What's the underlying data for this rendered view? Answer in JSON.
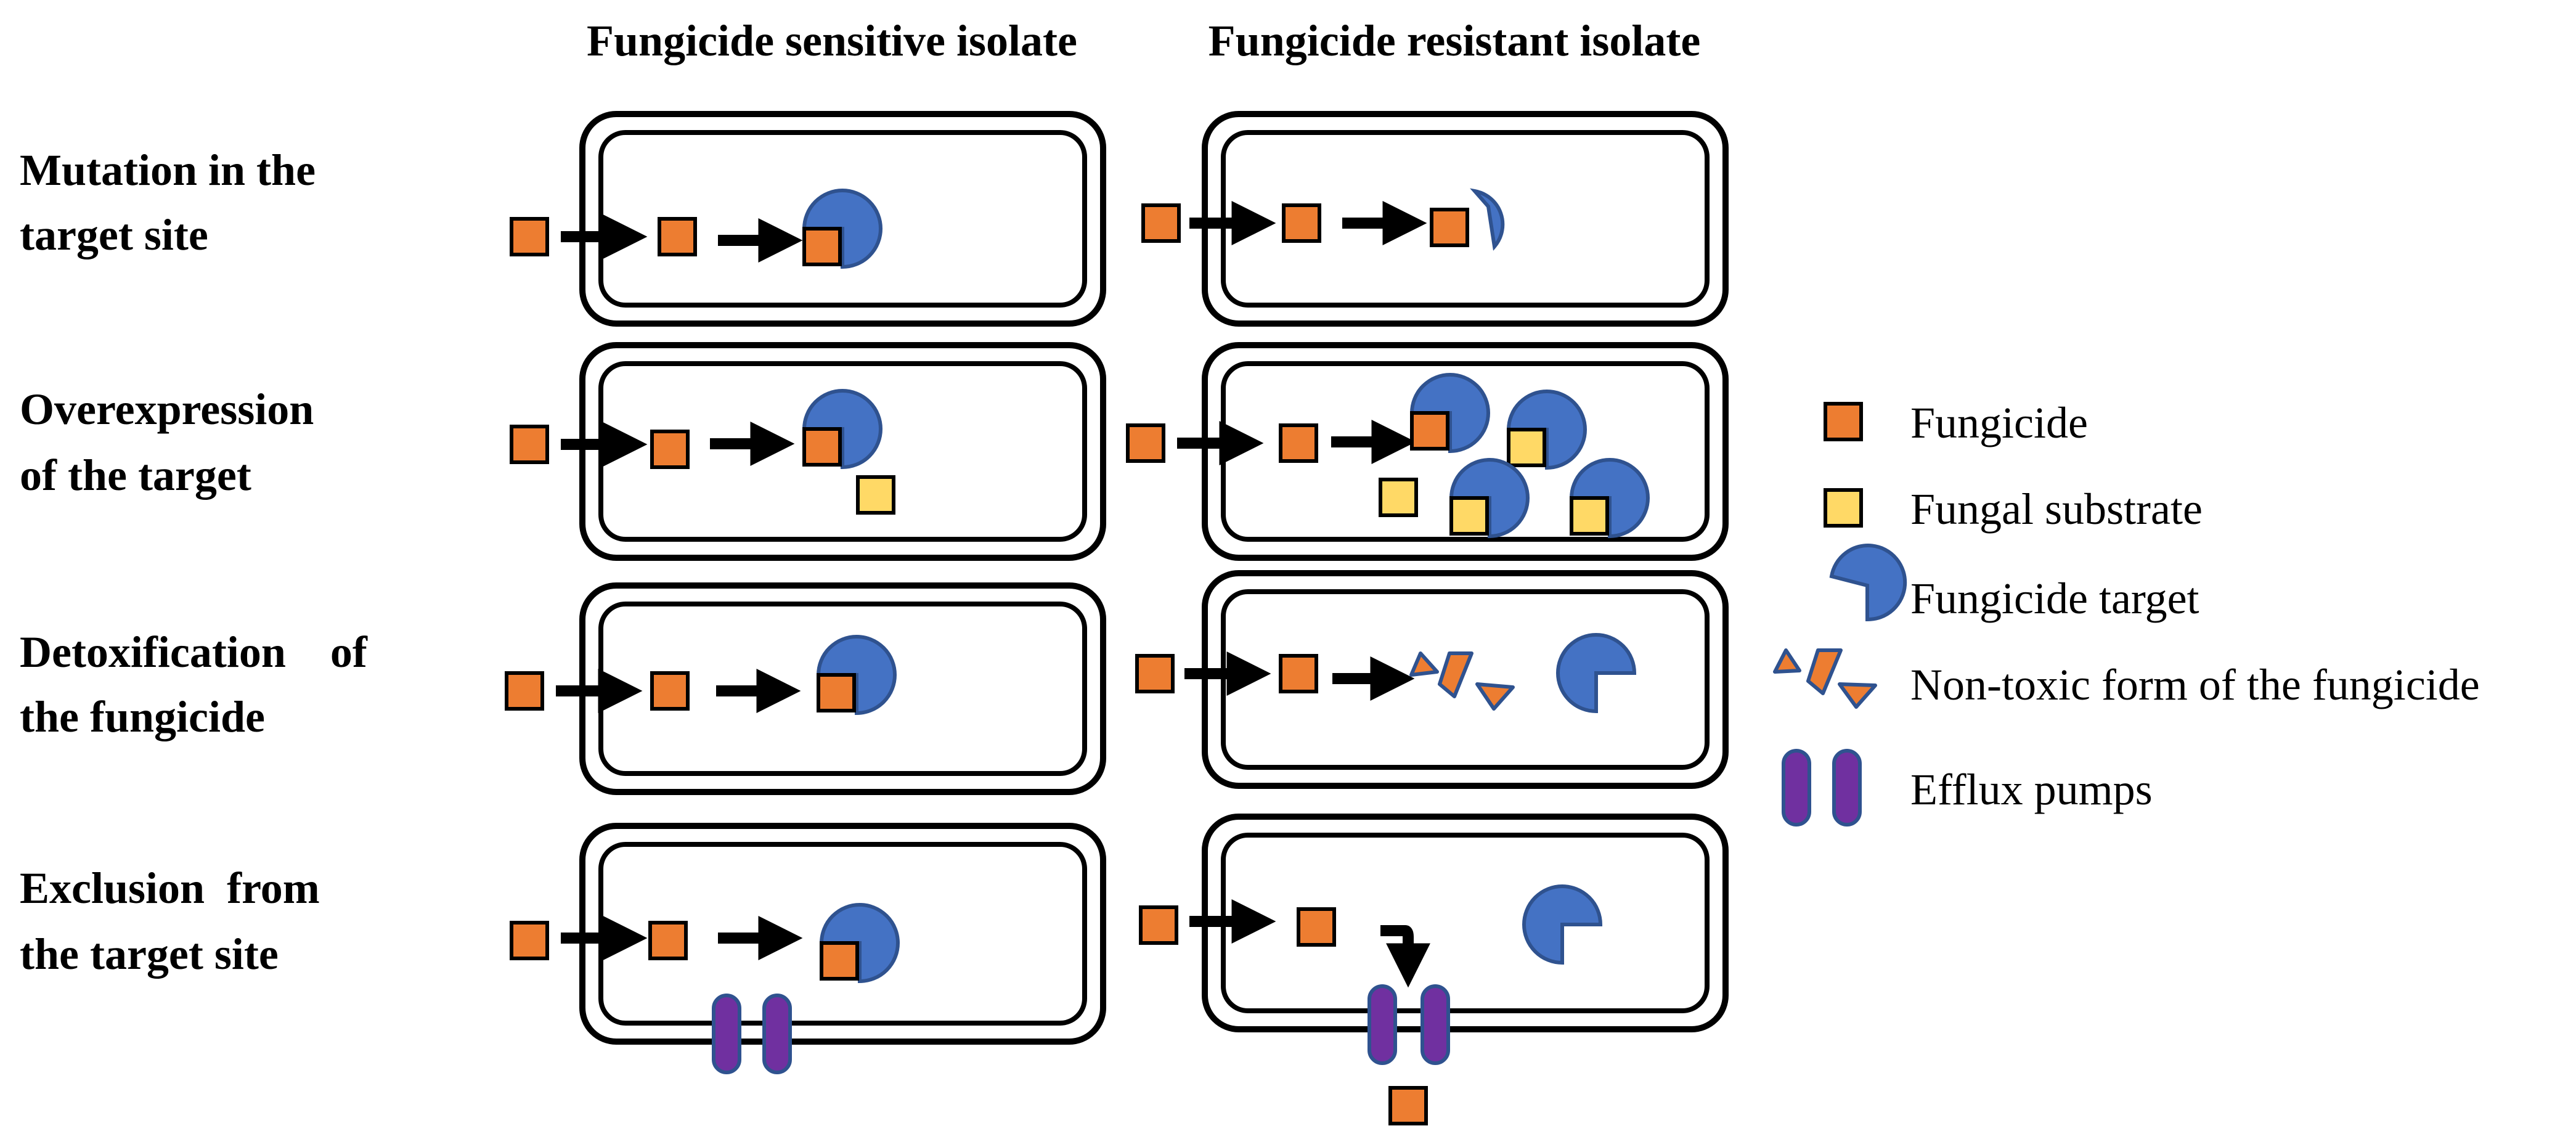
{
  "headers": {
    "sensitive": "Fungicide sensitive isolate",
    "resistant": "Fungicide resistant isolate"
  },
  "rows": [
    {
      "line1": "Mutation in the",
      "line2": "target site"
    },
    {
      "line1": "Overexpression",
      "line2": "of the target"
    },
    {
      "line1": "Detoxification    of",
      "line2": "the fungicide"
    },
    {
      "line1": "Exclusion  from",
      "line2": "the target site"
    }
  ],
  "legend": [
    {
      "icon": "fungicide-square-icon",
      "label": "Fungicide"
    },
    {
      "icon": "fungal-substrate-square-icon",
      "label": "Fungal substrate"
    },
    {
      "icon": "fungicide-target-pacman-icon",
      "label": "Fungicide target"
    },
    {
      "icon": "non-toxic-fragments-icon",
      "label": "Non-toxic form of the fungicide"
    },
    {
      "icon": "efflux-pump-icon",
      "label": "Efflux pumps"
    }
  ],
  "colors": {
    "fungicide": "#ED7D31",
    "substrate": "#FFD966",
    "target": "#4472C4",
    "target_stroke": "#2F528F",
    "pump": "#7030A0",
    "pump_stroke": "#2F528F",
    "outline": "#000000"
  }
}
